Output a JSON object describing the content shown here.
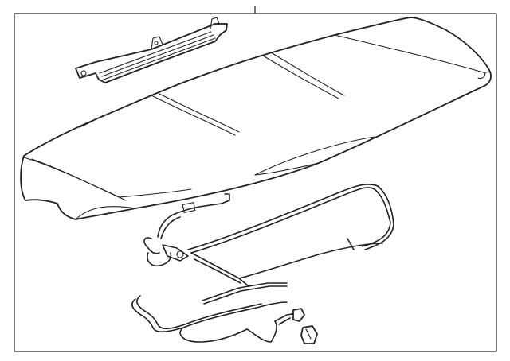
{
  "diagram": {
    "type": "exploded-parts-diagram",
    "labels": [],
    "parts": [
      {
        "name": "rear-spoiler",
        "icon": "spoiler-shape"
      },
      {
        "name": "high-mount-stop-lamp",
        "icon": "lamp-bar-shape"
      },
      {
        "name": "spoiler-wiring-harness",
        "icon": "harness-loop-shape"
      },
      {
        "name": "washer-hose",
        "icon": "hose-shape"
      },
      {
        "name": "hose-connector",
        "icon": "connector-shape"
      }
    ],
    "colors": {
      "line": "#222222",
      "background": "#ffffff",
      "frame": "#222222"
    }
  }
}
